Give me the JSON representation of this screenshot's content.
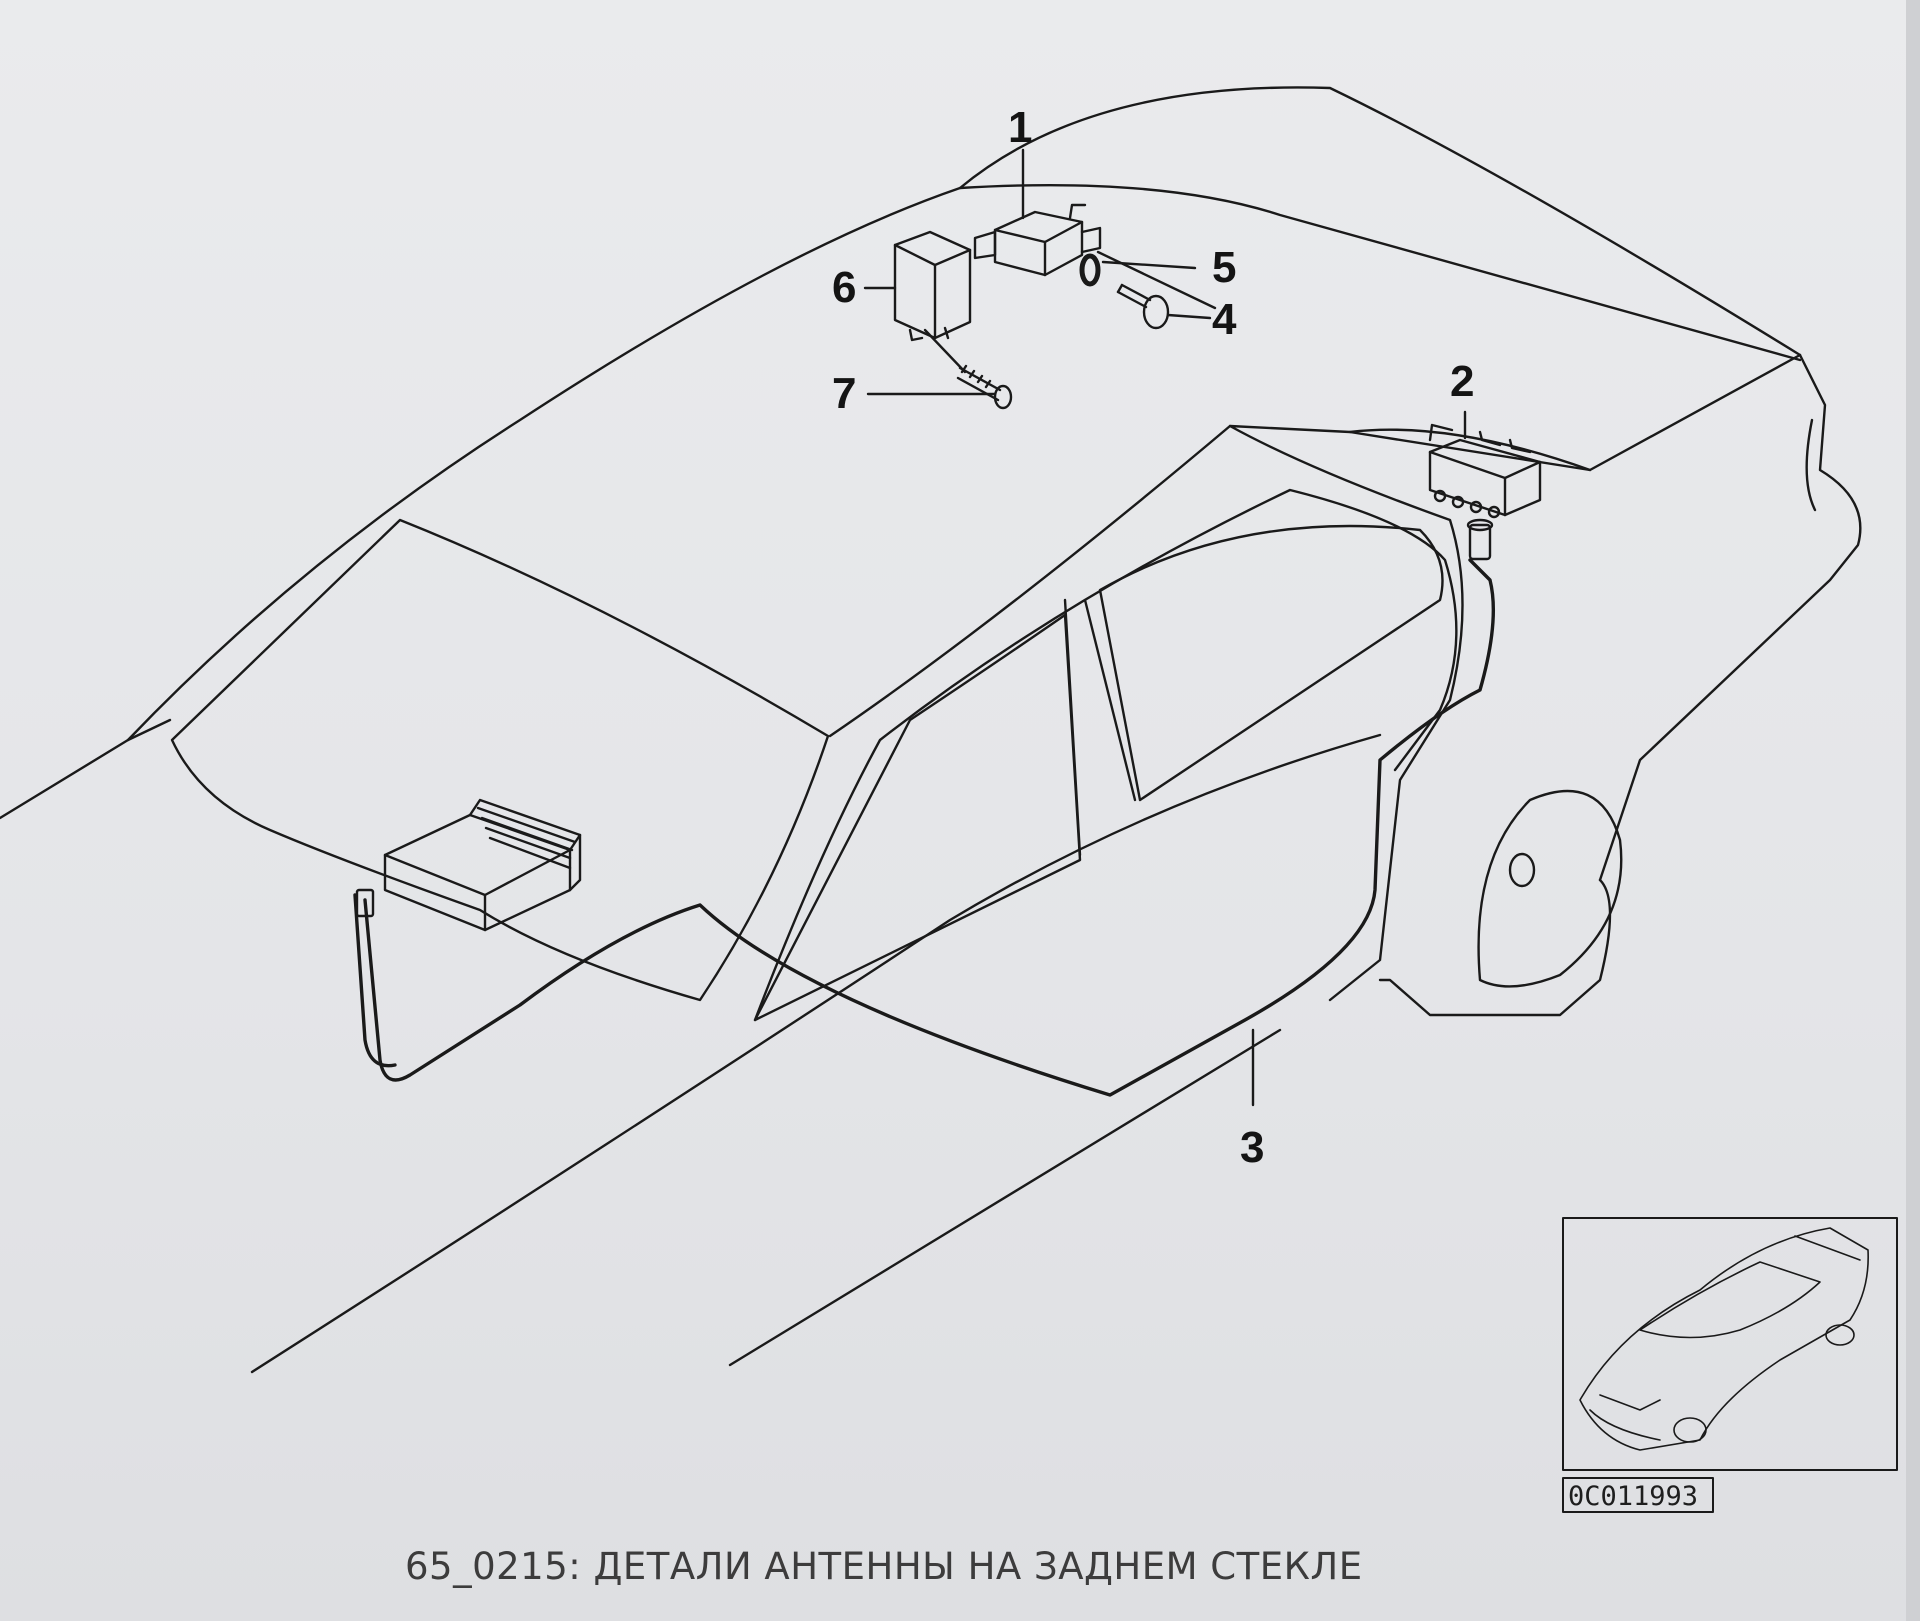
{
  "diagram": {
    "callouts": [
      {
        "id": "1",
        "label": "1"
      },
      {
        "id": "2",
        "label": "2"
      },
      {
        "id": "3",
        "label": "3"
      },
      {
        "id": "4",
        "label": "4"
      },
      {
        "id": "5",
        "label": "5"
      },
      {
        "id": "6",
        "label": "6"
      },
      {
        "id": "7",
        "label": "7"
      }
    ],
    "reference_code": "0C011993",
    "caption": "65_0215: ДЕТАЛИ АНТЕННЫ НА ЗАДНЕМ СТЕКЛЕ"
  },
  "colors": {
    "background": "#e6e7e9",
    "line": "#1a1a1a",
    "text": "#3c3c3c"
  }
}
